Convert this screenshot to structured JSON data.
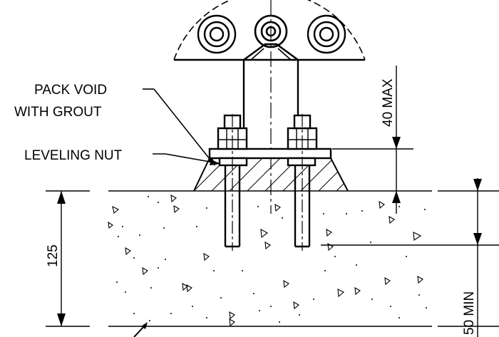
{
  "labels": {
    "pack_void_line1": "PACK VOID",
    "pack_void_line2": "WITH GROUT",
    "leveling_nut": "LEVELING NUT"
  },
  "dimensions": {
    "max_projection": "40 MAX",
    "slab_depth": "125",
    "min_embedment": "50 MIN"
  },
  "colors": {
    "line": "#000000",
    "background": "#ffffff"
  }
}
